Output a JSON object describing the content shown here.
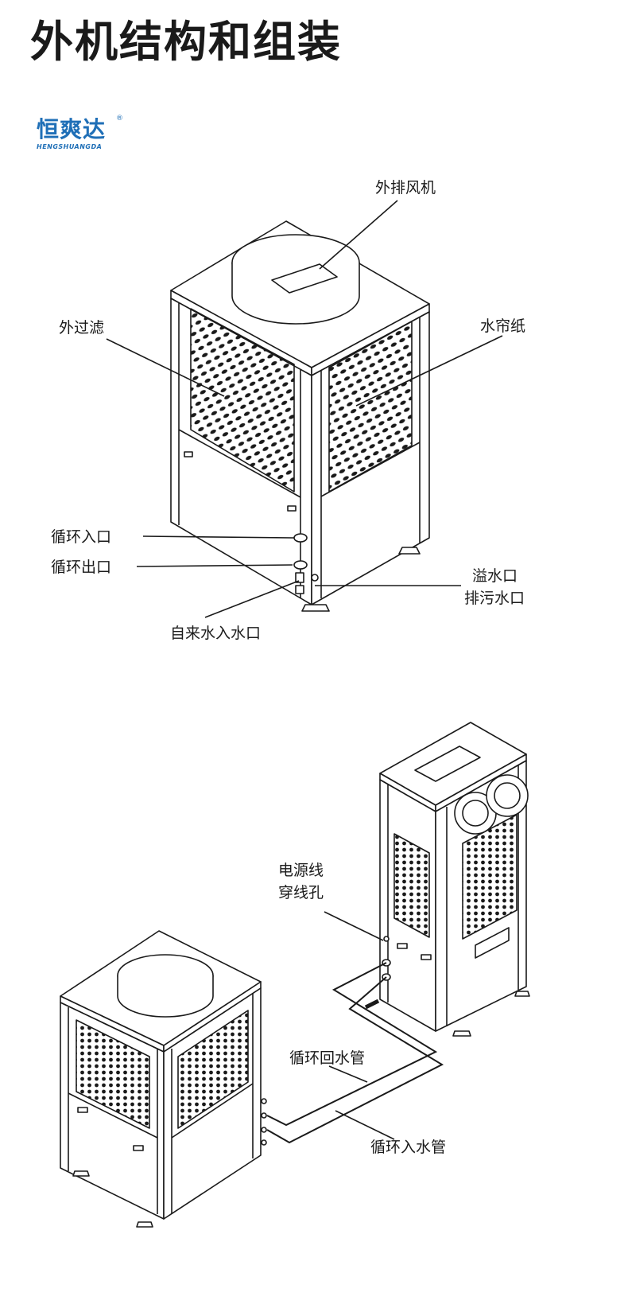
{
  "page": {
    "title": "外机结构和组装"
  },
  "logo": {
    "cn": "恒爽达",
    "en": "HENGSHUANGDA",
    "reg": "®"
  },
  "diagram1": {
    "labels": {
      "fan": "外排风机",
      "filter": "外过滤",
      "curtain": "水帘纸",
      "inlet": "循环入口",
      "outlet": "循环出口",
      "overflow": "溢水口",
      "drain": "排污水口",
      "tap": "自来水入水口"
    }
  },
  "diagram2": {
    "labels": {
      "power1": "电源线",
      "power2": "穿线孔",
      "return_pipe": "循环回水管",
      "supply_pipe": "循环入水管"
    }
  },
  "colors": {
    "brand": "#1f6fb7",
    "line": "#1a1a1a"
  }
}
